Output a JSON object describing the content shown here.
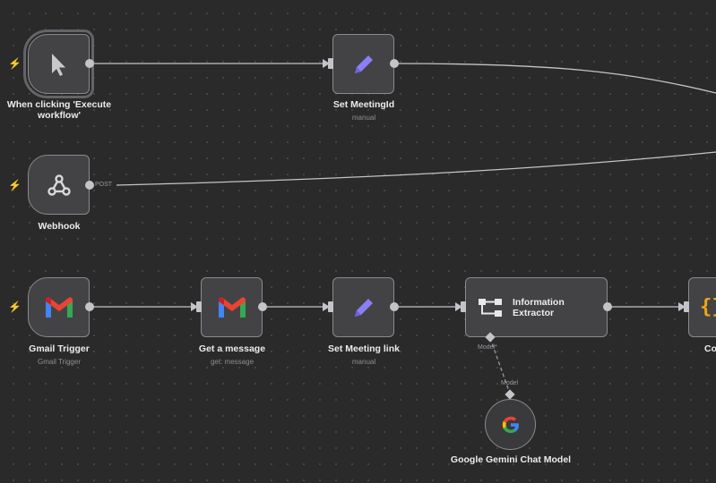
{
  "nodes": {
    "manual_trigger": {
      "label": "When clicking 'Execute workflow'"
    },
    "set_meeting_id": {
      "label": "Set MeetingId",
      "subtitle": "manual"
    },
    "webhook": {
      "label": "Webhook",
      "port_label": "POST"
    },
    "gmail_trigger": {
      "label": "Gmail Trigger",
      "subtitle": "Gmail Trigger"
    },
    "get_message": {
      "label": "Get a message",
      "subtitle": "get: message"
    },
    "set_meeting_link": {
      "label": "Set Meeting link",
      "subtitle": "manual"
    },
    "info_extractor": {
      "label": "Information Extractor",
      "model_port_label": "Model*"
    },
    "gemini": {
      "label": "Google Gemini Chat Model",
      "port_label": "Model"
    },
    "code_partial": {
      "label": "Co"
    }
  },
  "colors": {
    "canvas": "#2a2a2b",
    "node_bg": "#434346",
    "node_border": "#8a8a8e",
    "edge": "#c4c4c8",
    "trigger_bolt": "#e2463d",
    "pencil": "#8b7ff5",
    "code_brace": "#f2a516"
  }
}
